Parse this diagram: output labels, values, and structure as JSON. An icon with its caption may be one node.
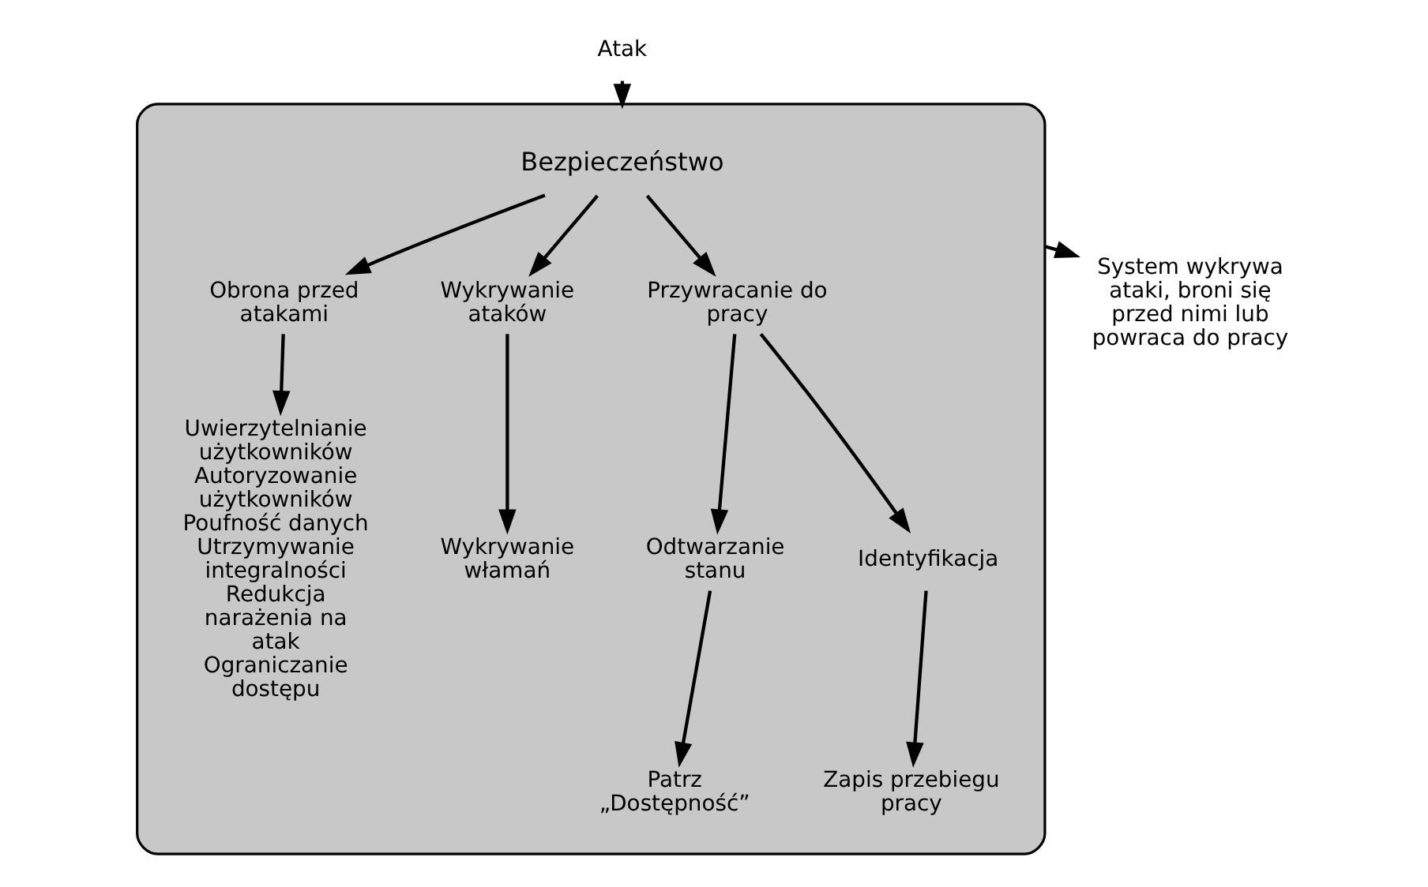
{
  "diagram": {
    "nodes": [
      {
        "text": [],
        "shape": "box"
      },
      {
        "text": [
          "Bezpieczeństwo"
        ],
        "in": 0
      },
      {
        "text": [
          "Obrona przed atakami"
        ],
        "in": 0
      },
      {
        "text": [
          "Wykrywanie ataków"
        ],
        "in": 0
      },
      {
        "text": [
          "Przywracanie do pracy"
        ],
        "in": 0
      },
      {
        "text": [
          "Uwierzytelnianie użytkowników",
          "Autoryzowanie użytkowników",
          "Poufność danych",
          "Utrzymywanie integralności",
          "Redukcja narażenia na atak",
          "Ograniczanie dostępu"
        ],
        "in": 0
      },
      {
        "text": [
          "Wykrywanie włamań"
        ],
        "in": 0
      },
      {
        "text": [
          "Odtwarzanie stanu"
        ],
        "in": 0
      },
      {
        "text": [
          "Identyfikacja"
        ],
        "in": 0
      },
      {
        "text": [
          "Patrz „Dostępność”"
        ],
        "in": 0
      },
      {
        "text": [
          "Zapis przebiegu pracy"
        ],
        "in": 0
      },
      {
        "text": [
          "Atak"
        ]
      },
      {
        "text": [
          "System wykrywa ataki, broni się przed nimi lub powraca do pracy"
        ]
      }
    ],
    "edges": [
      {
        "from": 11,
        "to": 0,
        "arrow": "to"
      },
      {
        "from": 1,
        "to": 2,
        "arrow": "to"
      },
      {
        "from": 1,
        "to": 3,
        "arrow": "to"
      },
      {
        "from": 1,
        "to": 4,
        "arrow": "to"
      },
      {
        "from": 2,
        "to": 5,
        "arrow": "to"
      },
      {
        "from": 3,
        "to": 6,
        "arrow": "to"
      },
      {
        "from": 4,
        "to": 7,
        "arrow": "to"
      },
      {
        "from": 4,
        "to": 8,
        "arrow": "to"
      },
      {
        "from": 7,
        "to": 9,
        "arrow": "to"
      },
      {
        "from": 8,
        "to": 10,
        "arrow": "to"
      },
      {
        "from": 0,
        "to": 12,
        "arrow": "to"
      }
    ]
  }
}
